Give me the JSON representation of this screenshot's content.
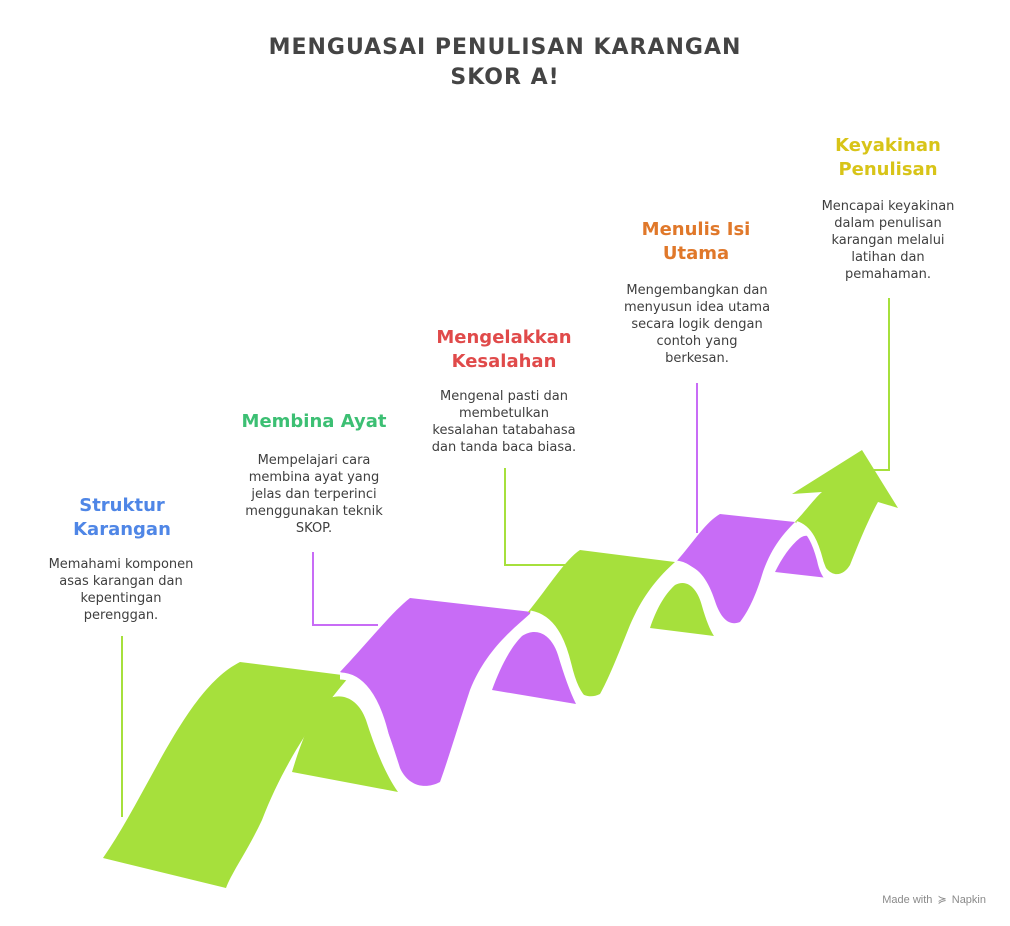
{
  "title": {
    "line1": "MENGUASAI PENULISAN KARANGAN",
    "line2": "SKOR A!"
  },
  "steps": [
    {
      "title_line1": "Struktur",
      "title_line2": "Karangan",
      "desc": [
        "Memahami komponen",
        "asas karangan dan",
        "kepentingan",
        "perenggan."
      ],
      "color": "#4f86e6"
    },
    {
      "title_line1": "Membina Ayat",
      "title_line2": "",
      "desc": [
        "Mempelajari cara",
        "membina ayat yang",
        "jelas dan terperinci",
        "menggunakan teknik",
        "SKOP."
      ],
      "color": "#3cbf73"
    },
    {
      "title_line1": "Mengelakkan",
      "title_line2": "Kesalahan",
      "desc": [
        "Mengenal pasti dan",
        "membetulkan",
        "kesalahan tatabahasa",
        "dan tanda baca biasa."
      ],
      "color": "#e04a4a"
    },
    {
      "title_line1": "Menulis Isi",
      "title_line2": "Utama",
      "desc": [
        "Mengembangkan dan",
        "menyusun idea utama",
        "secara logik dengan",
        "contoh yang",
        "berkesan."
      ],
      "color": "#e0782a"
    },
    {
      "title_line1": "Keyakinan",
      "title_line2": "Penulisan",
      "desc": [
        "Mencapai keyakinan",
        "dalam penulisan",
        "karangan melalui",
        "latihan dan",
        "pemahaman."
      ],
      "color": "#d8c418"
    }
  ],
  "colors": {
    "green": "#a6e03c",
    "purple": "#c86cf6",
    "connector_green": "#a6e03c",
    "connector_purple": "#c86cf6"
  },
  "credit": {
    "made_with": "Made with",
    "brand": "Napkin",
    "icon": "napkin-logo-icon"
  }
}
